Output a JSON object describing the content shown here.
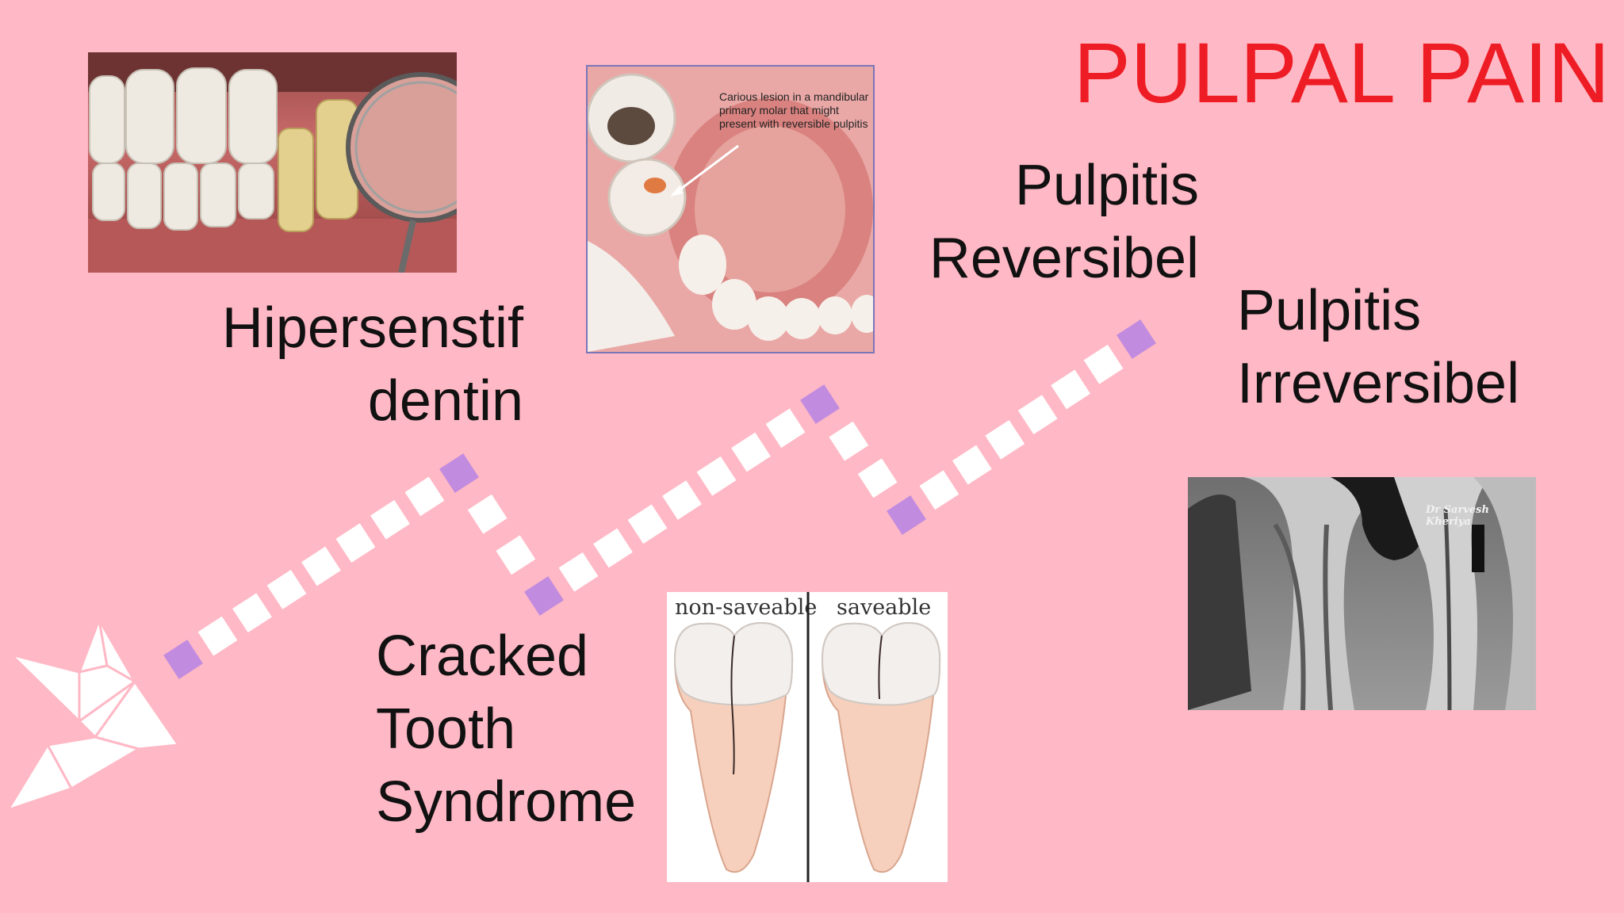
{
  "slide": {
    "title": "PULPAL PAIN",
    "title_color": "#ee1c24",
    "background_color": "#ffb8c5",
    "accent_square_color": "#c18be0",
    "path_square_color": "#ffffff"
  },
  "labels": {
    "hipersensitif": "Hipersenstif\ndentin",
    "cracked": "Cracked\nTooth\nSyndrome",
    "reversibel": "Pulpitis\nReversibel",
    "irreversibel": "Pulpitis\nIrreversibel"
  },
  "images": {
    "caries_caption": "Carious lesion in a mandibular primary molar that might present with reversible pulpitis",
    "tooth_left_label": "non-saveable",
    "tooth_right_label": "saveable",
    "xray_signature": "Dr Sarvesh Kheriya"
  },
  "decoration": {
    "icon": "origami-bird-icon"
  }
}
